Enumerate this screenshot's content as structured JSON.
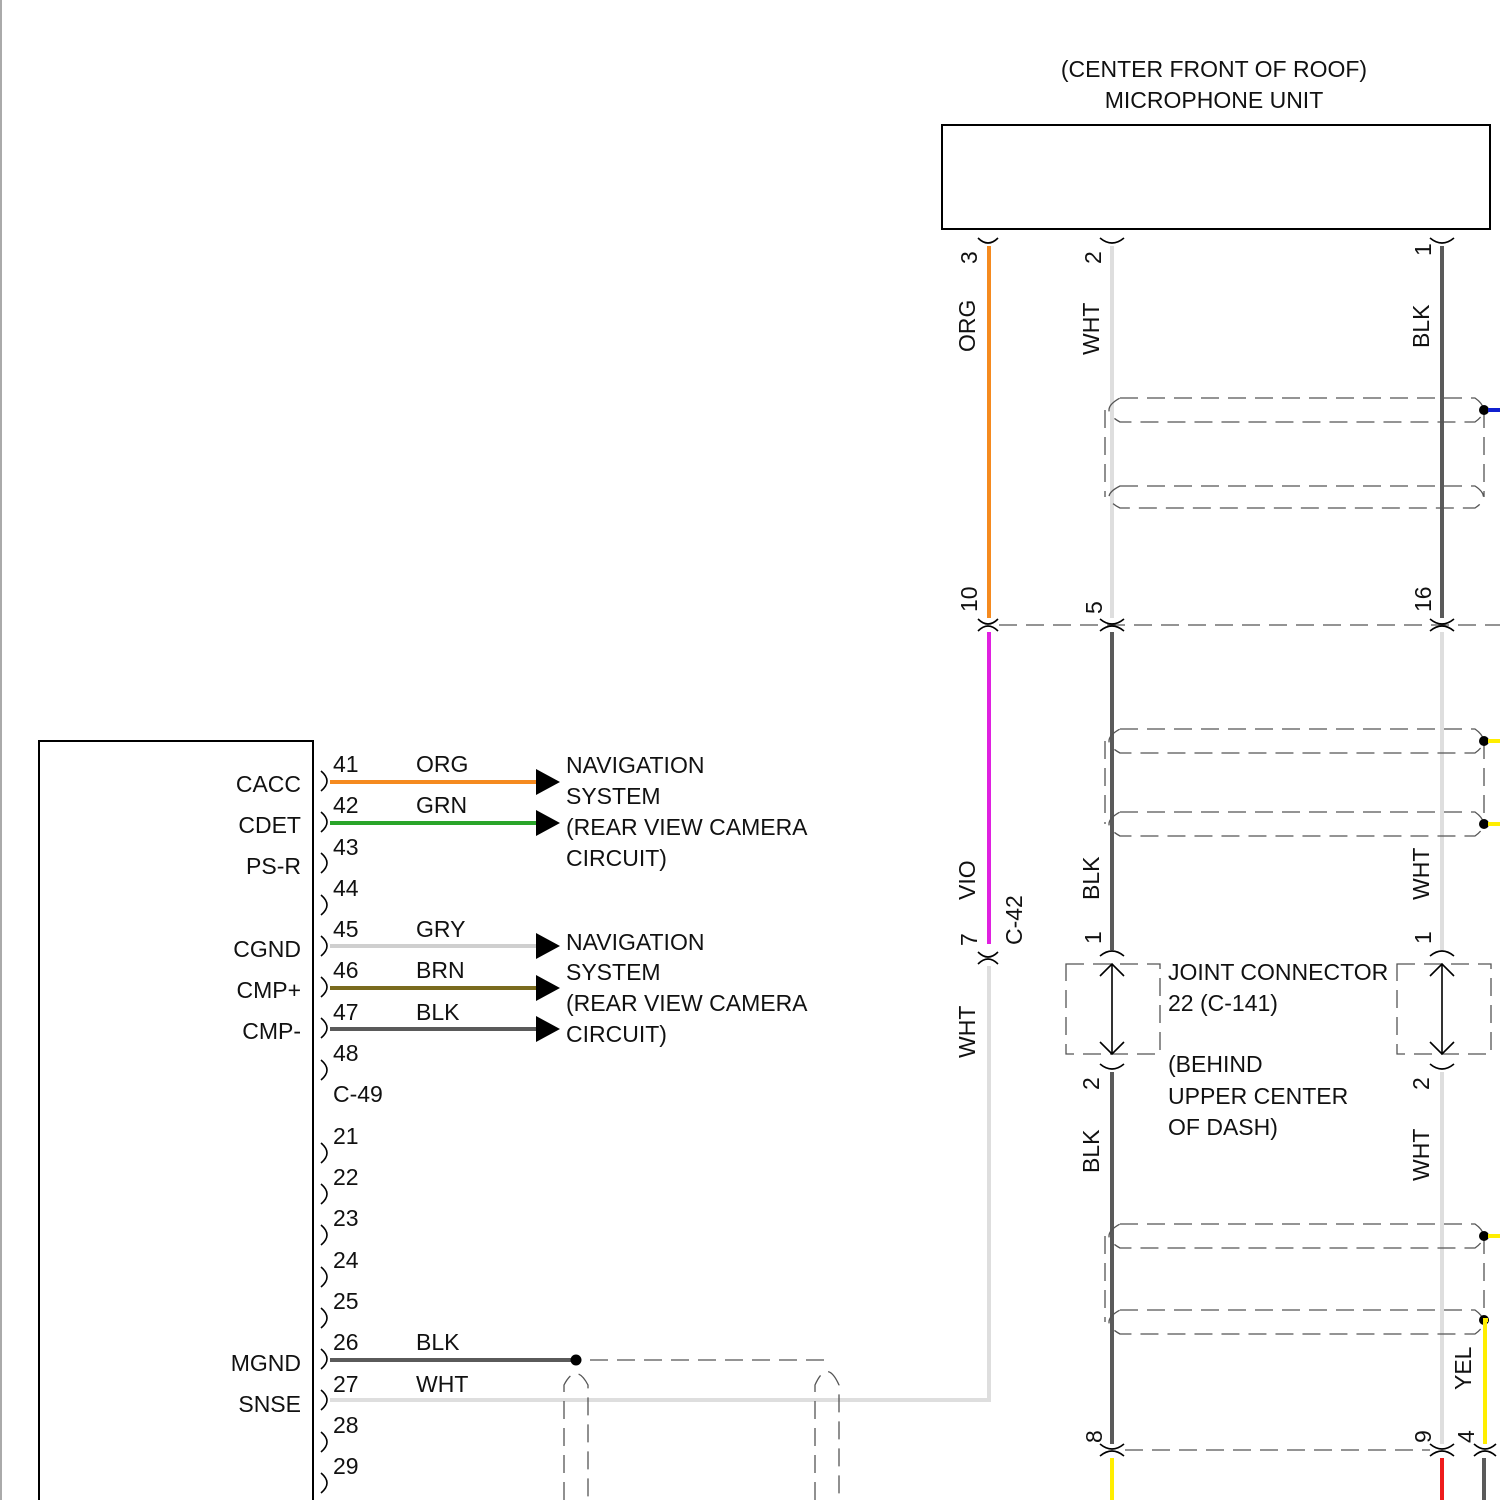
{
  "colors": {
    "ORG": "#f58a1f",
    "GRN": "#2aa52a",
    "GRY": "#cfcfcf",
    "BRN": "#7a6b1e",
    "BLK": "#5a5a5a",
    "WHT": "#dedede",
    "VIO": "#e020e0",
    "YEL": "#ffee00",
    "RED": "#ee1c1c",
    "BLU": "#1020d0"
  },
  "mic_unit": {
    "location": "(CENTER FRONT OF ROOF)",
    "name": "MICROPHONE UNIT"
  },
  "mic_wires": {
    "top_pins": [
      "3",
      "2",
      "1"
    ],
    "upper_colors": [
      "ORG",
      "WHT",
      "BLK"
    ],
    "splice_pins": [
      "10",
      "5",
      "16"
    ]
  },
  "joint_connector": {
    "title_line1": "JOINT CONNECTOR",
    "title_line2": "22 (C-141)",
    "location_line1": "(BEHIND",
    "location_line2": "UPPER CENTER",
    "location_line3": "OF DASH)",
    "left_top_pin": "1",
    "left_bottom_pin": "2",
    "right_top_pin": "1",
    "right_bottom_pin": "2",
    "left_upper_color": "BLK",
    "left_lower_color": "BLK",
    "right_upper_color": "WHT",
    "right_lower_color": "WHT"
  },
  "vio_wire": {
    "upper_color": "VIO",
    "lower_color": "WHT",
    "pin": "7",
    "connector": "C-42"
  },
  "yel_wire": {
    "color": "YEL",
    "pin": "4"
  },
  "bottom_pins": {
    "left": "8",
    "right": "9"
  },
  "c49": {
    "connector": "C-49",
    "pins_upper": [
      {
        "pin": "41",
        "label": "CACC",
        "color": "ORG"
      },
      {
        "pin": "42",
        "label": "CDET",
        "color": "GRN"
      },
      {
        "pin": "43",
        "label": "PS-R",
        "color": ""
      },
      {
        "pin": "44",
        "label": "",
        "color": ""
      },
      {
        "pin": "45",
        "label": "CGND",
        "color": "GRY"
      },
      {
        "pin": "46",
        "label": "CMP+",
        "color": "BRN"
      },
      {
        "pin": "47",
        "label": "CMP-",
        "color": "BLK"
      },
      {
        "pin": "48",
        "label": "",
        "color": ""
      }
    ],
    "pins_lower": [
      {
        "pin": "21",
        "label": "",
        "color": ""
      },
      {
        "pin": "22",
        "label": "",
        "color": ""
      },
      {
        "pin": "23",
        "label": "",
        "color": ""
      },
      {
        "pin": "24",
        "label": "",
        "color": ""
      },
      {
        "pin": "25",
        "label": "",
        "color": ""
      },
      {
        "pin": "26",
        "label": "MGND",
        "color": "BLK"
      },
      {
        "pin": "27",
        "label": "SNSE",
        "color": "WHT"
      },
      {
        "pin": "28",
        "label": "",
        "color": ""
      },
      {
        "pin": "29",
        "label": "",
        "color": ""
      }
    ]
  },
  "destinations": [
    {
      "lines": [
        "NAVIGATION",
        "SYSTEM",
        "(REAR VIEW CAMERA",
        "CIRCUIT)"
      ]
    },
    {
      "lines": [
        "NAVIGATION",
        "SYSTEM",
        "(REAR VIEW CAMERA",
        "CIRCUIT)"
      ]
    }
  ]
}
